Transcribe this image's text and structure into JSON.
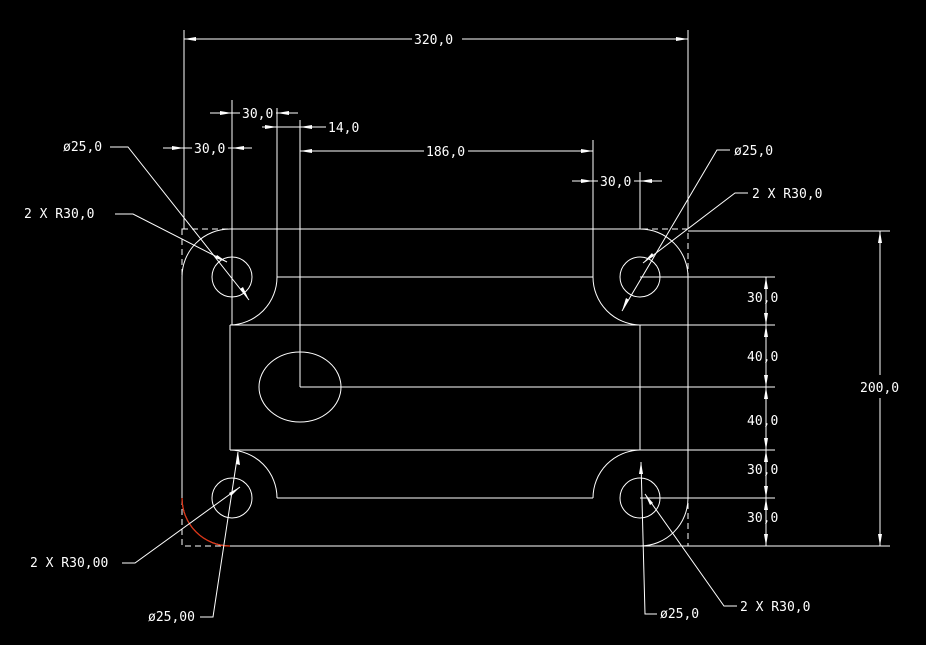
{
  "drawing": {
    "dims": {
      "overall_width": "320,0",
      "left_30_a": "30,0",
      "left_30_b": "30,0",
      "dim_14": "14,0",
      "dim_186": "186,0",
      "right_30": "30,0",
      "overall_height": "200,0",
      "v_30_a": "30,0",
      "v_40_a": "40,0",
      "v_40_b": "40,0",
      "v_30_b": "30,0",
      "v_30_c": "30,0"
    },
    "callouts": {
      "hole_tl": "ø25,0",
      "radius_tl": "2 X R30,0",
      "hole_tr": "ø25,0",
      "radius_tr": "2 X R30,0",
      "radius_bl": "2 X R30,00",
      "hole_bl": "ø25,00",
      "hole_br": "ø25,0",
      "radius_br": "2 X R30,0"
    },
    "colors": {
      "background": "#000000",
      "lines": "#ffffff",
      "highlight": "#e03010"
    }
  }
}
